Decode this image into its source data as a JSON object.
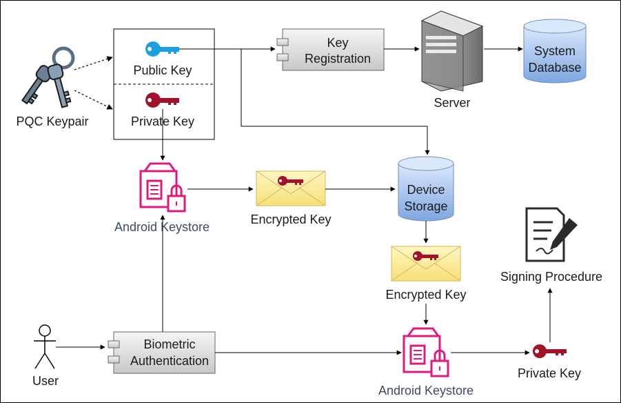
{
  "labels": {
    "pqc_keypair": "PQC Keypair",
    "public_key": "Public Key",
    "private_key": "Private Key",
    "key_registration_line1": "Key",
    "key_registration_line2": "Registration",
    "server": "Server",
    "system_database_line1": "System",
    "system_database_line2": "Database",
    "android_keystore_top": "Android Keystore",
    "encrypted_key_top": "Encrypted Key",
    "device_storage_line1": "Device",
    "device_storage_line2": "Storage",
    "encrypted_key_mid": "Encrypted Key",
    "signing_procedure": "Signing Procedure",
    "user": "User",
    "biometric_line1": "Biometric",
    "biometric_line2": "Authentication",
    "android_keystore_bottom": "Android Keystore",
    "private_key_bottom": "Private Key"
  },
  "colors": {
    "public_key_icon": "#1aa0e0",
    "private_key_icon": "#a3122b",
    "keystore_icon": "#e0197d",
    "database_fill_top": "#dae8fc",
    "database_fill_bottom": "#7ea6e0",
    "component_fill": "#e6e6e6",
    "envelope_fill": "#fff2a8",
    "envelope_stroke": "#d6b656"
  },
  "icons": [
    "keys-icon",
    "public-key-icon",
    "private-key-icon",
    "server-icon",
    "database-icon",
    "keystore-icon",
    "envelope-icon",
    "document-sign-icon",
    "user-icon",
    "component-icon"
  ]
}
